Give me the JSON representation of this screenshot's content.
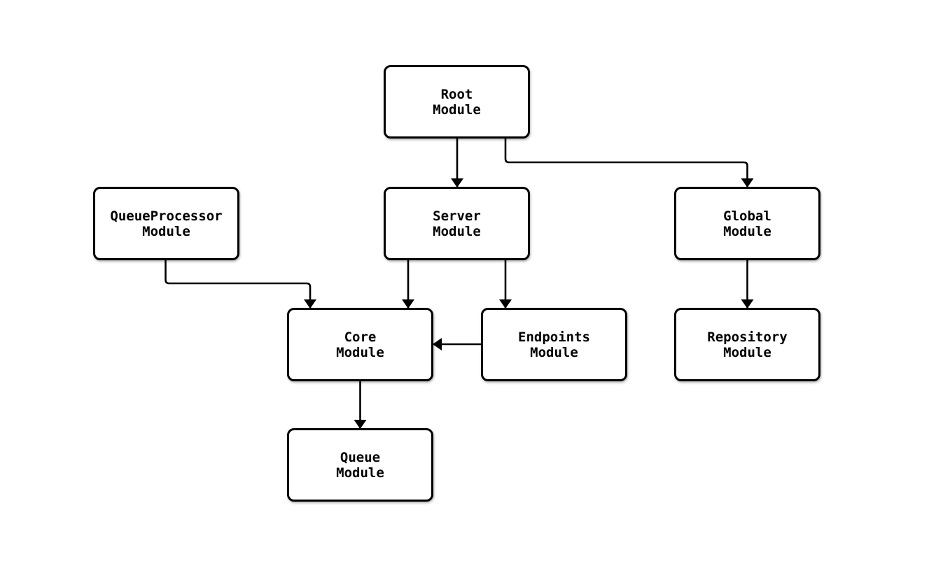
{
  "diagram": {
    "background_color": "#ffffff",
    "line_color": "#000000",
    "node_fill_color": "#ffffff",
    "node_border_color": "#000000",
    "nodes": [
      {
        "id": "root",
        "label": "Root\nModule"
      },
      {
        "id": "queueprocessor",
        "label": "QueueProcessor\nModule"
      },
      {
        "id": "server",
        "label": "Server\nModule"
      },
      {
        "id": "global",
        "label": "Global\nModule"
      },
      {
        "id": "core",
        "label": "Core\nModule"
      },
      {
        "id": "endpoints",
        "label": "Endpoints\nModule"
      },
      {
        "id": "repository",
        "label": "Repository\nModule"
      },
      {
        "id": "queue",
        "label": "Queue\nModule"
      }
    ],
    "edges": [
      {
        "from": "root",
        "to": "server"
      },
      {
        "from": "root",
        "to": "global"
      },
      {
        "from": "queueprocessor",
        "to": "core"
      },
      {
        "from": "server",
        "to": "core"
      },
      {
        "from": "server",
        "to": "endpoints"
      },
      {
        "from": "endpoints",
        "to": "core"
      },
      {
        "from": "global",
        "to": "repository"
      },
      {
        "from": "core",
        "to": "queue"
      }
    ]
  }
}
